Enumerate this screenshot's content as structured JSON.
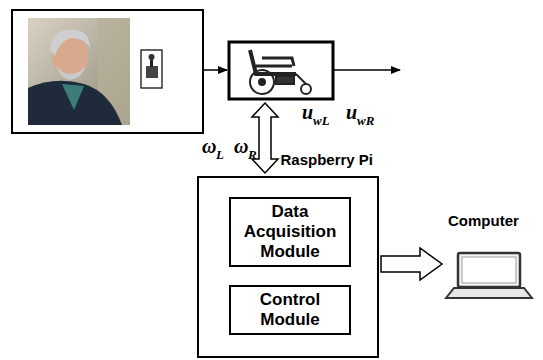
{
  "diagram": {
    "nodes": [
      {
        "text": [
          "Raspberry Pi"
        ]
      },
      {
        "text": [
          "Data Acquisition Module"
        ],
        "in": 0
      },
      {
        "text": [
          "Control Module"
        ],
        "in": 0
      },
      {
        "text": [
          "Computer"
        ]
      }
    ],
    "edges": [
      {
        "from": 0,
        "to": 3,
        "arrow": "to"
      }
    ],
    "labels": [
      "u",
      "wL",
      "u",
      "wR",
      "ω",
      "L",
      "ω",
      "R"
    ]
  }
}
